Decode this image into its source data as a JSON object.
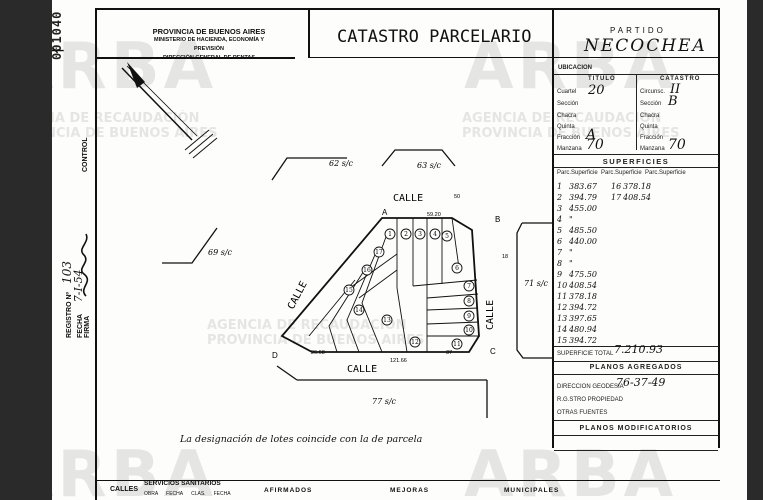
{
  "header": {
    "agency_line1": "PROVINCIA DE BUENOS AIRES",
    "agency_line2": "MINISTERIO DE HACIENDA, ECONOMÍA Y PREVISIÓN",
    "agency_line3": "DIRECCIÓN GENERAL DE RENTAS",
    "title": "CATASTRO PARCELARIO",
    "partido_label": "PARTIDO",
    "partido_value": "NECOCHEA",
    "doc_number": "001040"
  },
  "left_margin": {
    "control_label": "CONTROL",
    "registro_label": "REGISTRO Nº",
    "registro_value": "103",
    "fecha_label": "FECHA",
    "fecha_value": "7-I-54",
    "firma_label": "FIRMA"
  },
  "ubicacion": {
    "heading": "UBICACION",
    "titulo_label": "TITULO",
    "catastro_label": "CATASTRO",
    "cuartel_label": "Cuartel",
    "cuartel_value": "20",
    "circunsc_label": "Circunsc.",
    "circunsc_value": "II",
    "seccion_label": "Sección",
    "seccion_value": "B",
    "chacra_label": "Chacra",
    "quinta_label": "Quinta",
    "fraccion_label": "Fracción",
    "fraccion_value": "A",
    "manzana_label": "Manzana",
    "manzana_titulo": "70",
    "manzana_catastro": "70"
  },
  "superficies": {
    "heading": "SUPERFICIES",
    "col_parc": "Parc.",
    "col_sup": "Superficie",
    "left": [
      {
        "parc": "1",
        "sup": "383.67"
      },
      {
        "parc": "2",
        "sup": "394.79"
      },
      {
        "parc": "3",
        "sup": "455.00"
      },
      {
        "parc": "4",
        "sup": "\""
      },
      {
        "parc": "5",
        "sup": "485.50"
      },
      {
        "parc": "6",
        "sup": "440.00"
      },
      {
        "parc": "7",
        "sup": "\""
      },
      {
        "parc": "8",
        "sup": "\""
      },
      {
        "parc": "9",
        "sup": "475.50"
      },
      {
        "parc": "10",
        "sup": "408.54"
      },
      {
        "parc": "11",
        "sup": "378.18"
      },
      {
        "parc": "12",
        "sup": "394.72"
      },
      {
        "parc": "13",
        "sup": "397.65"
      },
      {
        "parc": "14",
        "sup": "480.94"
      },
      {
        "parc": "15",
        "sup": "394.72"
      }
    ],
    "right": [
      {
        "parc": "16",
        "sup": "378.18"
      },
      {
        "parc": "17",
        "sup": "408.54"
      }
    ],
    "total_label": "SUPERFICIE TOTAL",
    "total_value": "7.210.93"
  },
  "planos": {
    "heading": "PLANOS AGREGADOS",
    "geodesia_label": "DIRECCION GEODESIA",
    "geodesia_value": "76-37-49",
    "registro_label": "R.G.STRO PROPIEDAD",
    "otras_label": "OTRAS FUENTES",
    "modificatorios_heading": "PLANOS MODIFICATORIOS"
  },
  "plan": {
    "streets": {
      "top": "CALLE",
      "left": "CALLE",
      "right": "CALLE",
      "bottom": "CALLE"
    },
    "neighbors": {
      "n1": "62 s/c",
      "n2": "63 s/c",
      "n3": "69 s/c",
      "n4": "71 s/c",
      "n5": "77 s/c"
    },
    "corners": {
      "a": "A",
      "b": "B",
      "c": "C",
      "d": "D"
    },
    "dims": {
      "top_width": "59.20",
      "bottom_width": "121.66",
      "right_depth": "18",
      "dim_50": "50",
      "dim_d": "26.68",
      "dim_37": "37"
    },
    "parcels": [
      "1",
      "2",
      "3",
      "4",
      "5",
      "6",
      "7",
      "8",
      "9",
      "10",
      "11",
      "12",
      "13",
      "14",
      "15",
      "16",
      "17"
    ],
    "note": "La designación de lotes coincide con la de parcela"
  },
  "footer": {
    "calles": "CALLES",
    "servicios": "SERVICIOS SANITARIOS",
    "afirmados": "AFIRMADOS",
    "mejoras": "MEJORAS",
    "municipales": "MUNICIPALES",
    "sub1": "OBRA",
    "sub2": "FECHA",
    "sub3": "CLAS.",
    "sub4": "FECHA"
  },
  "watermark": {
    "brand": "ARBA",
    "line1": "AGENCIA DE RECAUDACIÓN",
    "line2": "PROVINCIA DE BUENOS AIRES"
  }
}
